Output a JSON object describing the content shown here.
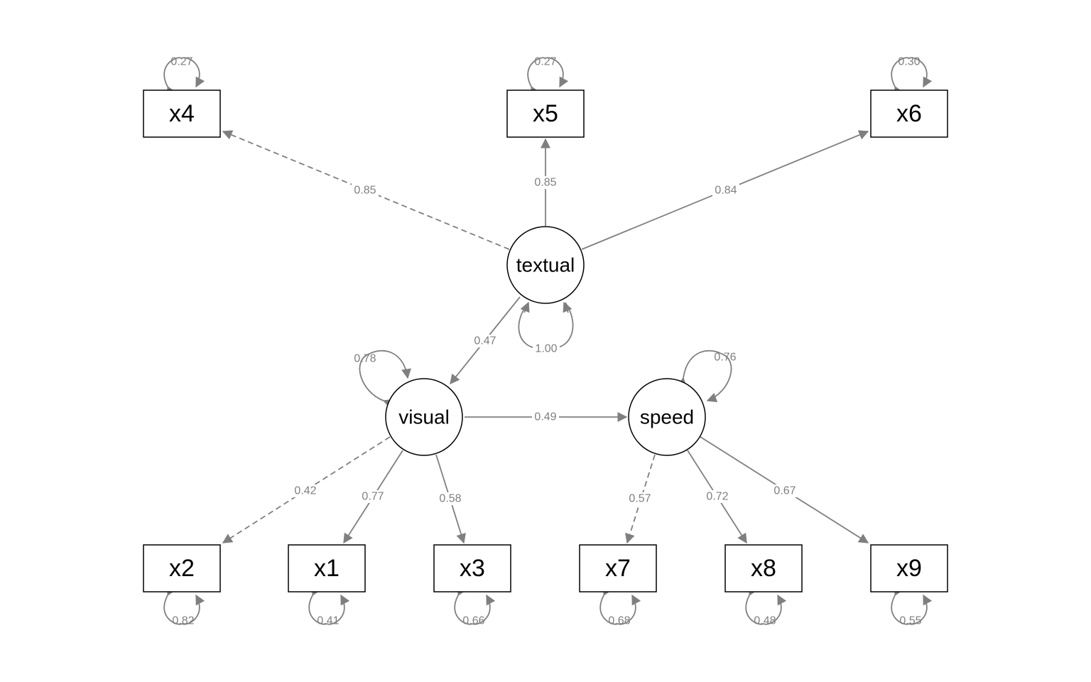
{
  "colors": {
    "node_stroke": "#000000",
    "edge": "#7f7f7f",
    "label": "#7f7f7f",
    "background": "#ffffff"
  },
  "observed": {
    "x4": {
      "label": "x4",
      "variance": "0.27"
    },
    "x5": {
      "label": "x5",
      "variance": "0.27"
    },
    "x6": {
      "label": "x6",
      "variance": "0.30"
    },
    "x2": {
      "label": "x2",
      "variance": "0.82"
    },
    "x1": {
      "label": "x1",
      "variance": "0.41"
    },
    "x3": {
      "label": "x3",
      "variance": "0.66"
    },
    "x7": {
      "label": "x7",
      "variance": "0.68"
    },
    "x8": {
      "label": "x8",
      "variance": "0.48"
    },
    "x9": {
      "label": "x9",
      "variance": "0.55"
    }
  },
  "latent": {
    "textual": {
      "label": "textual",
      "variance": "1.00"
    },
    "visual": {
      "label": "visual",
      "variance": "0.78"
    },
    "speed": {
      "label": "speed",
      "variance": "0.76"
    }
  },
  "paths": {
    "textual_x4": {
      "label": "0.85",
      "style": "dashed"
    },
    "textual_x5": {
      "label": "0.85",
      "style": "solid"
    },
    "textual_x6": {
      "label": "0.84",
      "style": "solid"
    },
    "textual_visual": {
      "label": "0.47",
      "style": "solid"
    },
    "visual_speed": {
      "label": "0.49",
      "style": "solid"
    },
    "visual_x2": {
      "label": "0.42",
      "style": "dashed"
    },
    "visual_x1": {
      "label": "0.77",
      "style": "solid"
    },
    "visual_x3": {
      "label": "0.58",
      "style": "solid"
    },
    "speed_x7": {
      "label": "0.57",
      "style": "dashed"
    },
    "speed_x8": {
      "label": "0.72",
      "style": "solid"
    },
    "speed_x9": {
      "label": "0.67",
      "style": "solid"
    }
  }
}
